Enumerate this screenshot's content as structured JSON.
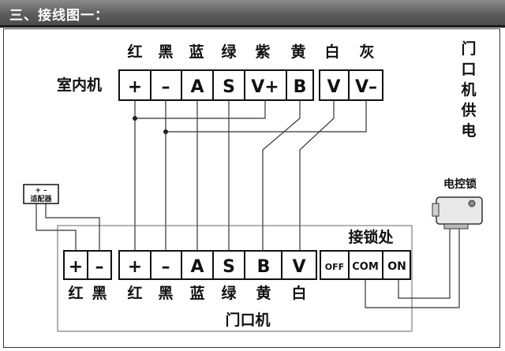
{
  "header": {
    "title": "三、接线图一："
  },
  "indoor": {
    "colors": [
      "红",
      "黑",
      "蓝",
      "绿",
      "紫",
      "黄",
      "白",
      "灰"
    ],
    "label": "室内机",
    "terminals": [
      "+",
      "–",
      "A",
      "S",
      "V+",
      "B",
      "V",
      "V–"
    ]
  },
  "supply_label": [
    "门",
    "口",
    "机",
    "供",
    "电"
  ],
  "adapter": {
    "polarity": "+ –",
    "label": "适配器"
  },
  "lock": {
    "label": "电控锁"
  },
  "lock_contacts": {
    "title": "接锁处",
    "terminals": [
      "OFF",
      "COM",
      "ON"
    ]
  },
  "door": {
    "power_terminals": [
      "+",
      "–"
    ],
    "power_colors": [
      "红",
      "黑"
    ],
    "terminals": [
      "+",
      "–",
      "A",
      "S",
      "B",
      "V"
    ],
    "colors": [
      "红",
      "黑",
      "蓝",
      "绿",
      "黄",
      "白"
    ],
    "label": "门口机"
  },
  "colors": {
    "header_bg": "#5e5e5e",
    "line": "#333333"
  }
}
